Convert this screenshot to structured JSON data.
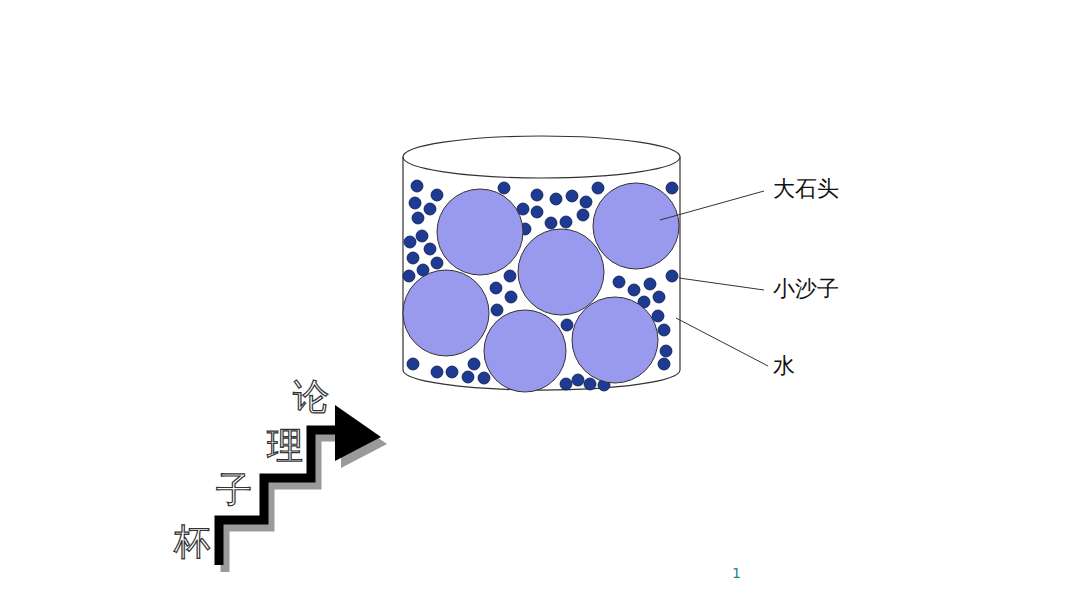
{
  "diagram": {
    "labels": [
      "大石头",
      "小沙子",
      "水",
      "杯",
      "子",
      "理",
      "论",
      "1"
    ]
  }
}
